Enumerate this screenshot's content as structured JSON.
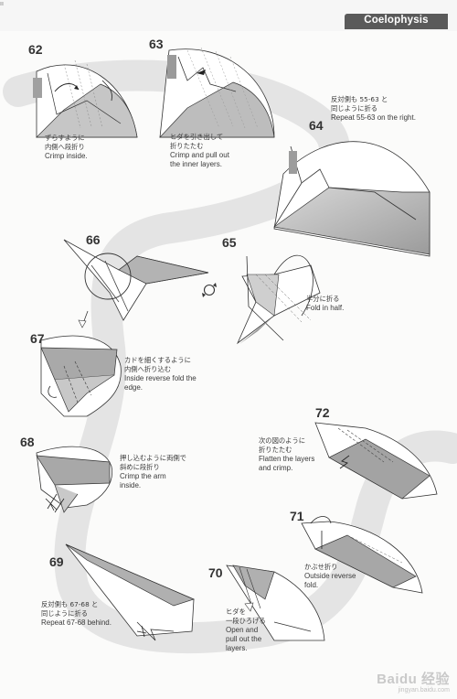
{
  "header": {
    "title": "Coelophysis"
  },
  "corner_mark": "ıı",
  "steps": [
    {
      "number": "62",
      "jp": [
        "ずらすように",
        "内側へ段折り"
      ],
      "en": [
        "Crimp inside."
      ]
    },
    {
      "number": "63",
      "jp": [
        "ヒダを引き出して",
        "折りたたむ"
      ],
      "en": [
        "Crimp and pull out",
        "the inner layers."
      ]
    },
    {
      "number": "64",
      "jp": [
        "反対側も 55-63 と",
        "同じように折る"
      ],
      "en": [
        "Repeat 55-63 on the right."
      ]
    },
    {
      "number": "65",
      "jp": [
        "半分に折る"
      ],
      "en": [
        "Fold in half."
      ]
    },
    {
      "number": "66",
      "jp": [],
      "en": []
    },
    {
      "number": "67",
      "jp": [
        "カドを細くするように",
        "内側へ折り込む"
      ],
      "en": [
        "Inside reverse fold the",
        "edge."
      ]
    },
    {
      "number": "68",
      "jp": [
        "押し込むように両側で",
        "斜めに段折り"
      ],
      "en": [
        "Crimp the arm",
        "inside."
      ]
    },
    {
      "number": "69",
      "jp": [
        "反対側も 67-68 と",
        "同じように折る"
      ],
      "en": [
        "Repeat 67-68 behind."
      ]
    },
    {
      "number": "70",
      "jp": [
        "ヒダを",
        "一段ひろげる"
      ],
      "en": [
        "Open and",
        "pull out the",
        "layers."
      ]
    },
    {
      "number": "71",
      "jp": [
        "かぶせ折り"
      ],
      "en": [
        "Outside reverse",
        "fold."
      ]
    },
    {
      "number": "72",
      "jp": [
        "次の図のように",
        "折りたたむ"
      ],
      "en": [
        "Flatten the layers",
        "and crimp."
      ]
    }
  ],
  "watermark": {
    "logo": "Baidu 经验",
    "url": "jingyan.baidu.com"
  },
  "colors": {
    "path_band": "#e3e3e3",
    "paper_shade": "#a9a9a9",
    "line": "#2f2f2f",
    "tab": "#5a5a5a"
  },
  "icons": [
    "rotate-icon",
    "magnify-circle-icon",
    "arrow-icon"
  ]
}
